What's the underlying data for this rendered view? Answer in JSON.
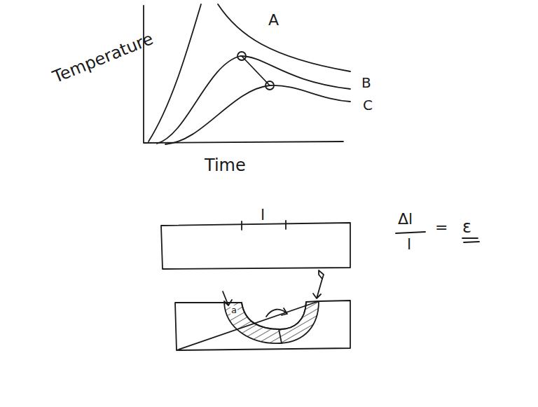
{
  "diagram": {
    "labels": [
      "Temperature",
      "Time",
      "A",
      "B",
      "C",
      "l",
      "a",
      "Δl",
      "l",
      "=",
      "ε"
    ]
  }
}
